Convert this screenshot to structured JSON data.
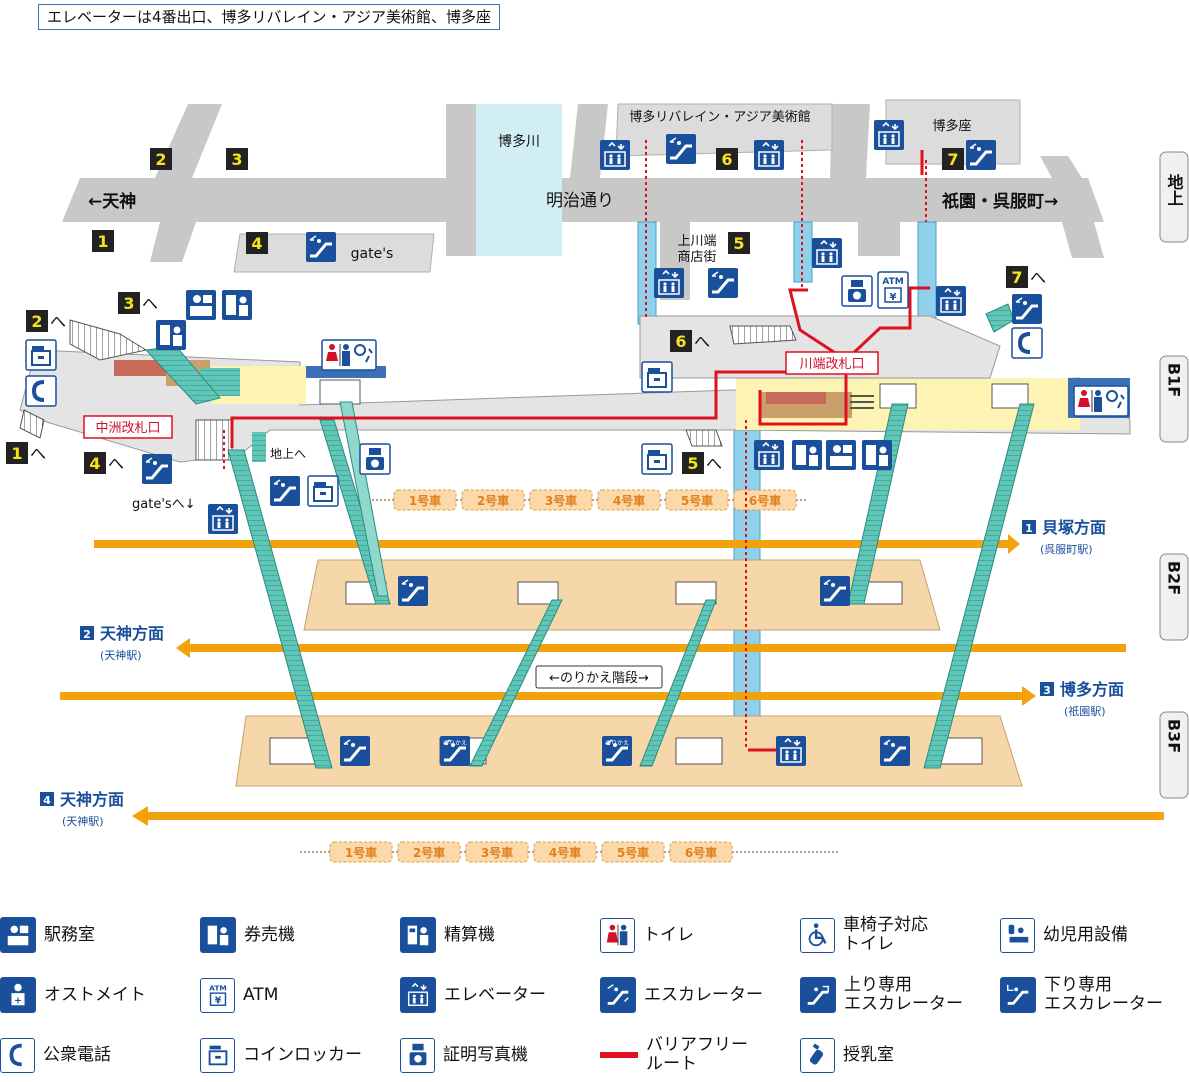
{
  "notice": "エレベーターは4番出口、博多リバレイン・アジア美術館、博多座",
  "street": {
    "name": "明治通り",
    "left": "←天神",
    "right": "祇園・呉服町→",
    "river": "博多川",
    "arcade_line1": "上川端",
    "arcade_line2": "商店街",
    "gates": "gate's"
  },
  "buildings": {
    "riverain": "博多リバレイン・アジア美術館",
    "hakataza": "博多座"
  },
  "exits": {
    "e1": "1",
    "e2": "2",
    "e3": "3",
    "e4": "4",
    "e5": "5",
    "e6": "6",
    "e7": "7",
    "up_mark": "へ"
  },
  "gates_labels": {
    "nakasu": "中洲改札口",
    "kawabata": "川端改札口",
    "to_ground": "地上へ",
    "to_gates": "gate'sへ↓"
  },
  "floors": {
    "ground": "地上",
    "b1": "B1F",
    "b2": "B2F",
    "b3": "B3F"
  },
  "cars": [
    "1号車",
    "2号車",
    "3号車",
    "4号車",
    "5号車",
    "6号車"
  ],
  "directions": {
    "d1_num": "1",
    "d1": "貝塚方面",
    "d1_sub": "(呉服町駅)",
    "d2_num": "2",
    "d2": "天神方面",
    "d2_sub": "(天神駅)",
    "d3_num": "3",
    "d3": "博多方面",
    "d3_sub": "(祇園駅)",
    "d4_num": "4",
    "d4": "天神方面",
    "d4_sub": "(天神駅)"
  },
  "transfer_stairs": "←のりかえ階段→",
  "norikae_tag": "のりかえ",
  "atm_tag": "ATM",
  "colors": {
    "street": "#c8c8c8",
    "river": "#d2eef5",
    "concourse": "#fdf3b3",
    "platform": "#f6d7aa",
    "escalator": "#5fc6b8",
    "elevator_shaft": "#8fd0ea",
    "route": "#e01020",
    "track": "#f2a20c",
    "icon_blue": "#1a4f9c",
    "exit_box": "#222222",
    "exit_text": "#f6e21c"
  },
  "legend": [
    {
      "icon": "station-office-icon",
      "label": "駅務室"
    },
    {
      "icon": "ticket-machine-icon",
      "label": "券売機"
    },
    {
      "icon": "fare-adjustment-icon",
      "label": "精算機"
    },
    {
      "icon": "toilet-icon",
      "label": "トイレ"
    },
    {
      "icon": "wheelchair-toilet-icon",
      "label": "車椅子対応\nトイレ"
    },
    {
      "icon": "baby-facility-icon",
      "label": "幼児用設備"
    },
    {
      "icon": "ostomate-icon",
      "label": "オストメイト"
    },
    {
      "icon": "atm-icon",
      "label": "ATM"
    },
    {
      "icon": "elevator-icon",
      "label": "エレベーター"
    },
    {
      "icon": "escalator-icon",
      "label": "エスカレーター"
    },
    {
      "icon": "up-escalator-icon",
      "label": "上り専用\nエスカレーター"
    },
    {
      "icon": "down-escalator-icon",
      "label": "下り専用\nエスカレーター"
    },
    {
      "icon": "public-phone-icon",
      "label": "公衆電話"
    },
    {
      "icon": "coin-locker-icon",
      "label": "コインロッカー"
    },
    {
      "icon": "photo-booth-icon",
      "label": "証明写真機"
    },
    {
      "icon": "barrier-free-route-icon",
      "label": "バリアフリー\nルート"
    },
    {
      "icon": "nursing-room-icon",
      "label": "授乳室"
    }
  ]
}
